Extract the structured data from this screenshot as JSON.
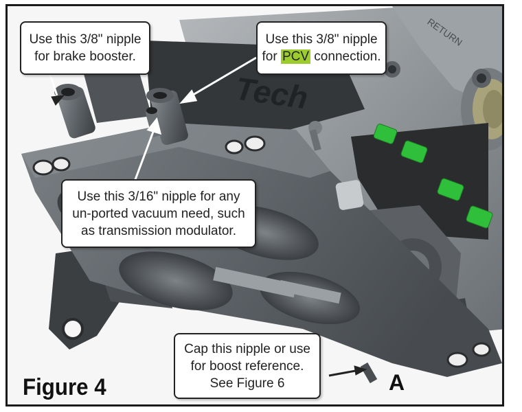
{
  "figure": {
    "label": "Figure 4"
  },
  "marker": {
    "label": "A"
  },
  "callouts": {
    "brake_booster": {
      "line1": "Use this 3/8\" nipple",
      "line2": "for brake booster."
    },
    "pcv": {
      "line1": "Use this 3/8\" nipple",
      "line2_prefix": "for ",
      "highlight": "PCV",
      "line2_suffix": " connection."
    },
    "vacuum": {
      "line1": "Use this 3/16\" nipple for any",
      "line2": "un-ported vacuum need, such",
      "line3": "as transmission modulator."
    },
    "boost": {
      "line1": "Cap this nipple or use",
      "line2": "for boost reference.",
      "line3": "See Figure 6"
    }
  },
  "illustration": {
    "subject": "throttle-body",
    "stamp_text": "RETURN",
    "logo_text": "Tech",
    "colors": {
      "metal_dark": "#3c3f42",
      "metal_mid": "#6c7176",
      "metal_light": "#a9aeb2",
      "injector_green": "#2fbf3a",
      "highlight": "#9ccc2e"
    }
  }
}
